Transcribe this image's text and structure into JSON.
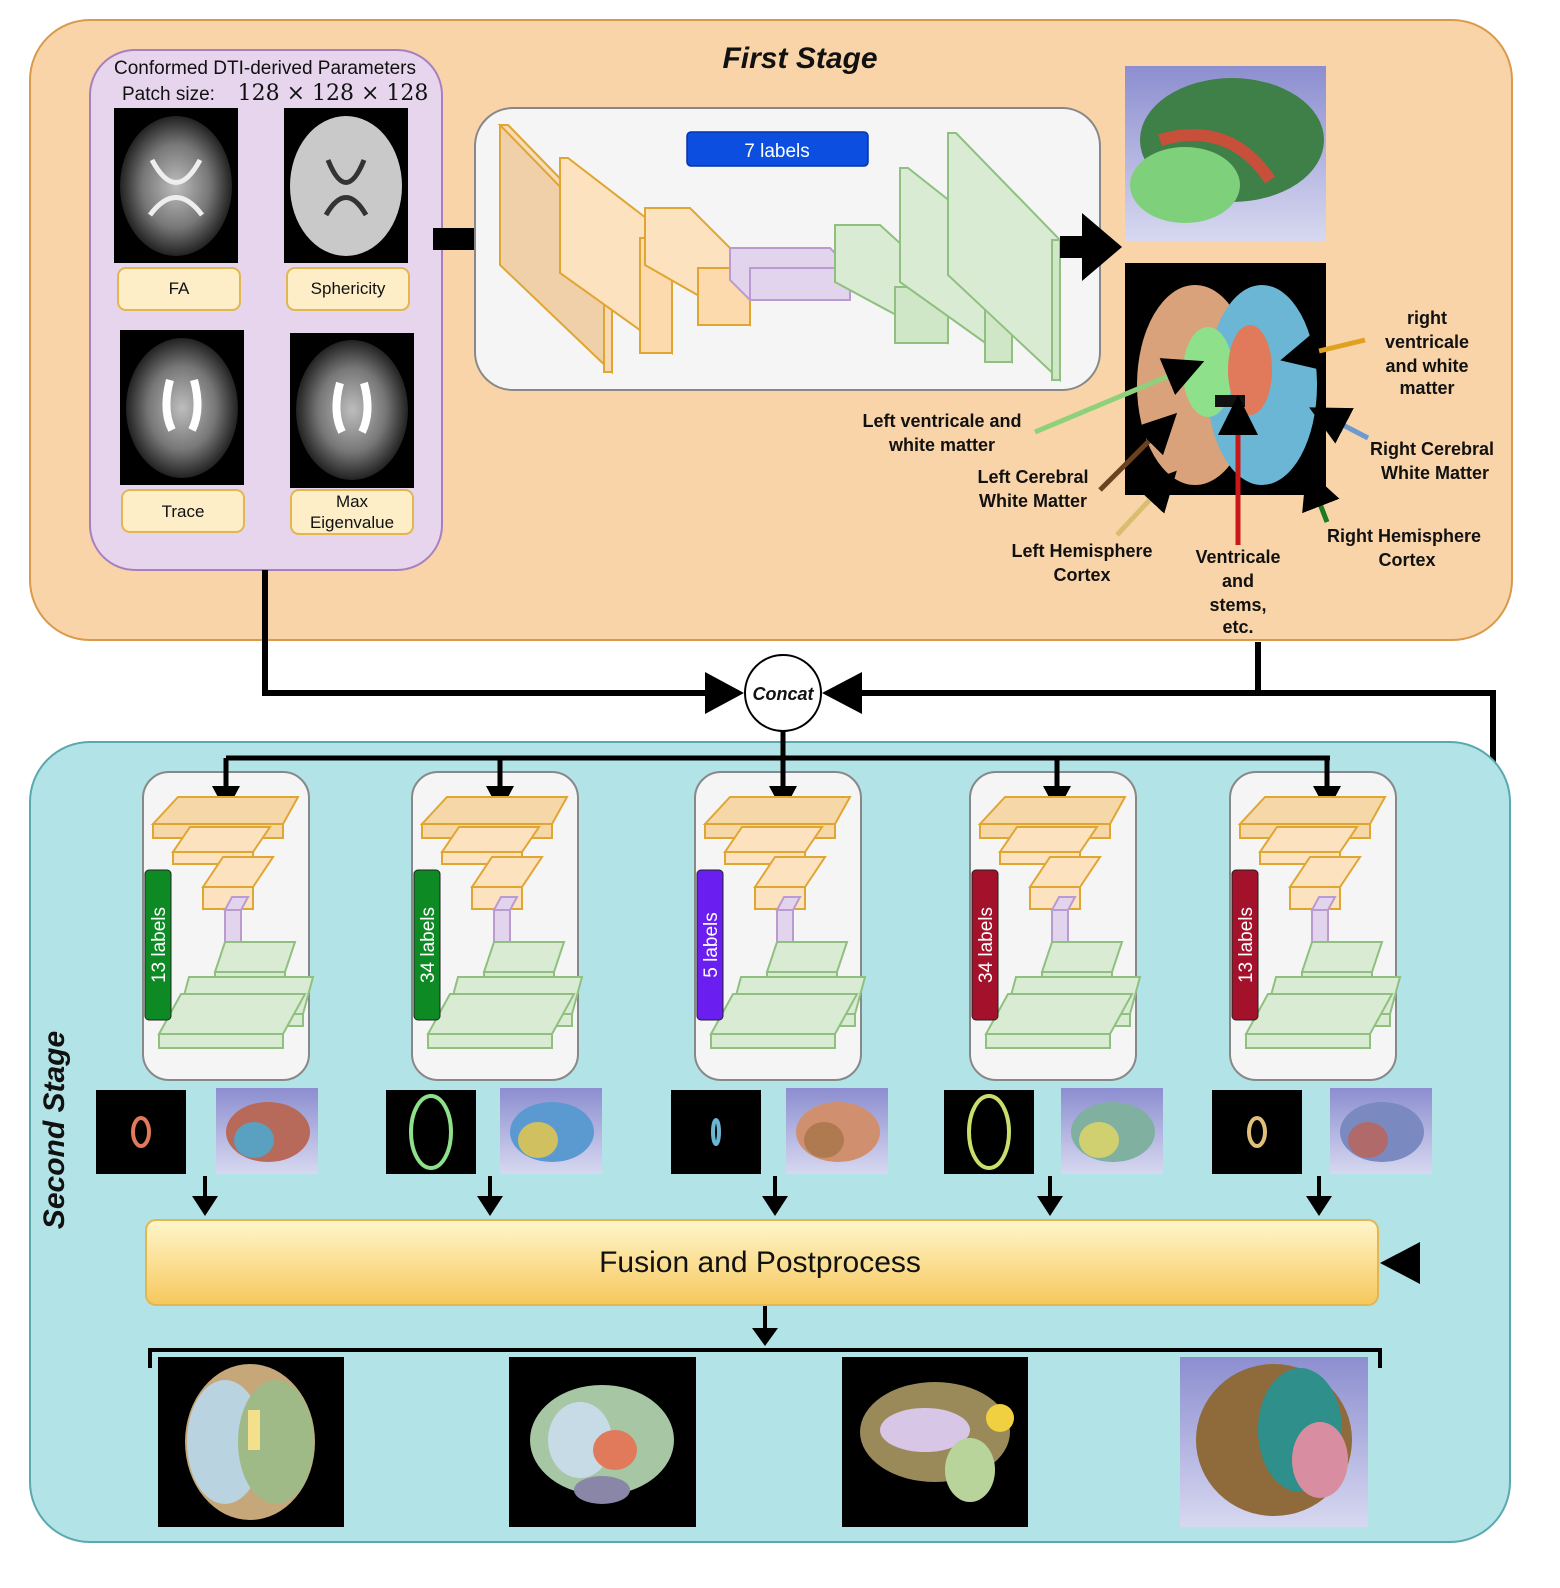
{
  "first_stage": {
    "title": "First Stage",
    "inputs": {
      "heading": "Conformed DTI-derived Parameters",
      "patch_label": "Patch size:",
      "patch_value": "128 × 128 × 128",
      "maps": [
        "FA",
        "Sphericity",
        "Trace",
        "Max",
        "Eigenvalue"
      ]
    },
    "network_label": "7 labels",
    "annotations": {
      "right_ventricle": [
        "right",
        "ventricale",
        "and white",
        "matter"
      ],
      "left_ventricle": [
        "Left ventricale and",
        "white matter"
      ],
      "right_cerebral": [
        "Right Cerebral",
        "White Matter"
      ],
      "left_cerebral": [
        "Left Cerebral",
        "White Matter"
      ],
      "right_hemisphere": [
        "Right Hemisphere",
        "Cortex"
      ],
      "left_hemisphere": [
        "Left Hemisphere",
        "Cortex"
      ],
      "ventricle_stems": [
        "Ventricale",
        "and",
        "stems,",
        "etc."
      ]
    },
    "colors": {
      "stage_bg": "#f9d4a8",
      "input_panel": "#e6d5ec",
      "encoder": "#fde2c0",
      "bottleneck": "#e3d4ee",
      "decoder": "#d9ecd3",
      "label_blue": "#0b4ee0"
    }
  },
  "concat_label": "Concat",
  "second_stage": {
    "title": "Second Stage",
    "networks": [
      {
        "label": "13 labels",
        "color": "#0e8a24"
      },
      {
        "label": "34 labels",
        "color": "#0e8a24"
      },
      {
        "label": "5 labels",
        "color": "#6a1ff0"
      },
      {
        "label": "34 labels",
        "color": "#a3122a"
      },
      {
        "label": "13 labels",
        "color": "#a3122a"
      }
    ],
    "fusion_label": "Fusion and Postprocess",
    "colors": {
      "stage_bg": "#b2e3e6",
      "fusion": "#f9d27a"
    }
  }
}
